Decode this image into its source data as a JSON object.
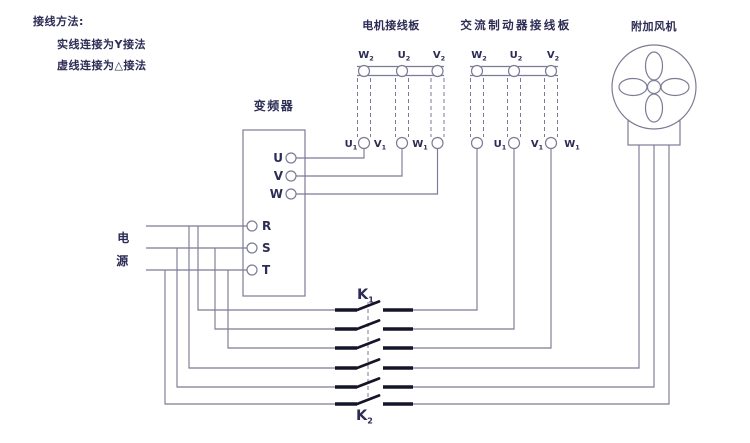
{
  "colors": {
    "line": "#7b7b95",
    "contact": "#15152a",
    "text": "#2c2c55",
    "bg": "#ffffff"
  },
  "legend": {
    "title": "接线方法:",
    "solid_rule": "实线连接为Y接法",
    "dashed_rule": "虚线连接为△接法"
  },
  "power_source": {
    "char1": "电",
    "char2": "源"
  },
  "inverter": {
    "title": "变频器",
    "outputs": [
      {
        "label": "U"
      },
      {
        "label": "V"
      },
      {
        "label": "W"
      }
    ],
    "inputs": [
      {
        "label": "R"
      },
      {
        "label": "S"
      },
      {
        "label": "T"
      }
    ]
  },
  "motor_board": {
    "title": "电机接线板",
    "top": [
      {
        "base": "W",
        "sub": "2"
      },
      {
        "base": "U",
        "sub": "2"
      },
      {
        "base": "V",
        "sub": "2"
      }
    ],
    "bottom": [
      {
        "base": "U",
        "sub": "1"
      },
      {
        "base": "V",
        "sub": "1"
      },
      {
        "base": "W",
        "sub": "1"
      }
    ]
  },
  "brake_board": {
    "title": "交流制动器接线板",
    "top": [
      {
        "base": "W",
        "sub": "2"
      },
      {
        "base": "U",
        "sub": "2"
      },
      {
        "base": "V",
        "sub": "2"
      }
    ],
    "bottom": [
      {
        "base": "U",
        "sub": "1"
      },
      {
        "base": "V",
        "sub": "1"
      },
      {
        "base": "W",
        "sub": "1"
      }
    ]
  },
  "fan": {
    "title": "附加风机"
  },
  "switches": {
    "k1": {
      "base": "K",
      "sub": "1"
    },
    "k2": {
      "base": "K",
      "sub": "2"
    }
  }
}
